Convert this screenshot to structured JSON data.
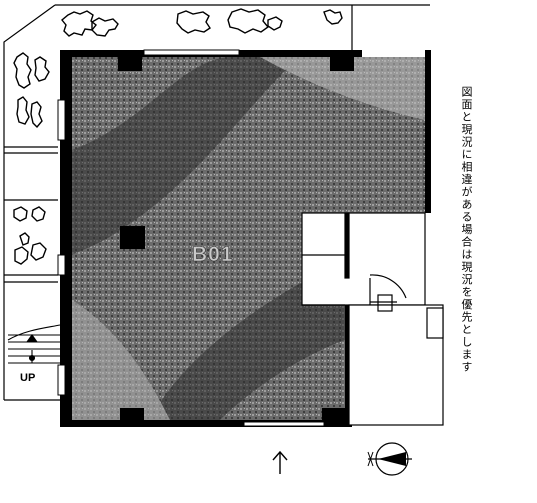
{
  "room_label": "B01",
  "stair_label": "UP",
  "note": "図面と現況に相違がある場合は現況を優先とします",
  "colors": {
    "wall": "#000000",
    "floor_dark": "#4a4a4a",
    "floor_light": "#9a9a9a",
    "line": "#000000"
  },
  "icons": {
    "entrance_arrow": "arrow-up-icon",
    "north_compass": "compass-icon",
    "plants": "shrub-outline-icon"
  }
}
